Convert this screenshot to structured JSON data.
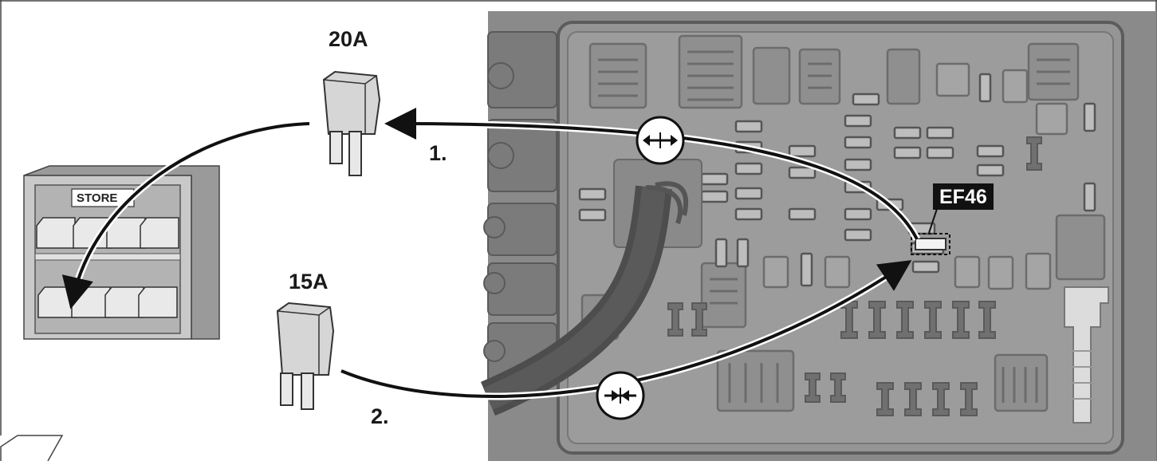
{
  "fuse_removed": {
    "rating": "20A"
  },
  "fuse_installed": {
    "rating": "15A"
  },
  "steps": {
    "step1": "1.",
    "step2": "2."
  },
  "target_fuse": {
    "code": "EF46"
  },
  "store_shelf": {
    "sign": "STORE"
  },
  "icons": {
    "remove": "pull-out-icon",
    "insert": "push-in-icon"
  },
  "colors": {
    "fusebox_bg": "#8c8c8c",
    "fuse_body": "#d9d9d9",
    "tag_bg": "#111111",
    "arrow": "#111111"
  }
}
